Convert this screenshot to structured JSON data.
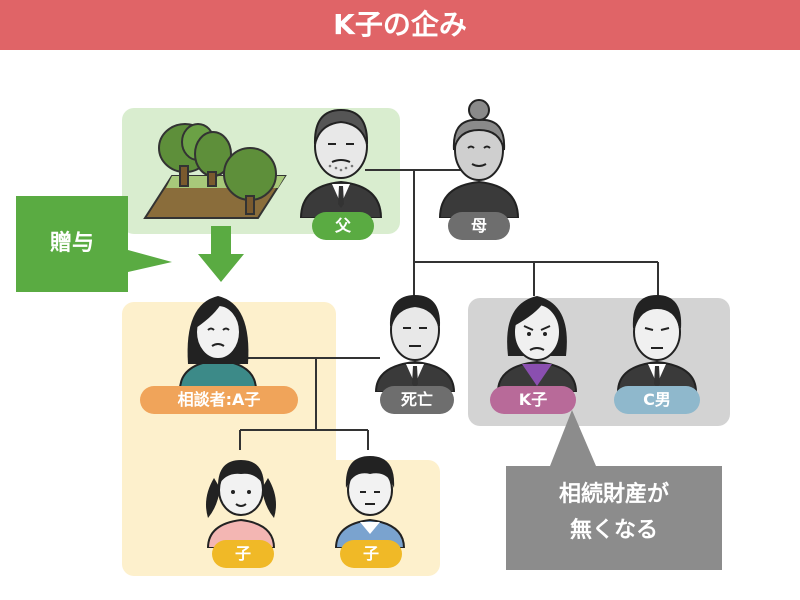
{
  "title": "K子の企み",
  "gift_label": "贈与",
  "callout_text_line1": "相続財産が",
  "callout_text_line2": "無くなる",
  "people": {
    "father": "父",
    "mother": "母",
    "consultant": "相談者:A子",
    "deceased": "死亡",
    "k_child": "K子",
    "c_man": "C男",
    "child_girl": "子",
    "child_boy": "子"
  },
  "colors": {
    "header": "#e06467",
    "green_zone": "#d9edcf",
    "yellow_zone": "#fdf0cc",
    "gray_zone": "#d3d3d3",
    "green_label": "#5aab42",
    "orange_label": "#f0a45a",
    "gray_label": "#6e6e6e",
    "purple_label": "#b86a99",
    "blue_label": "#8fb8cc",
    "yellow_label": "#f0b927",
    "callout": "#8c8c8c"
  }
}
